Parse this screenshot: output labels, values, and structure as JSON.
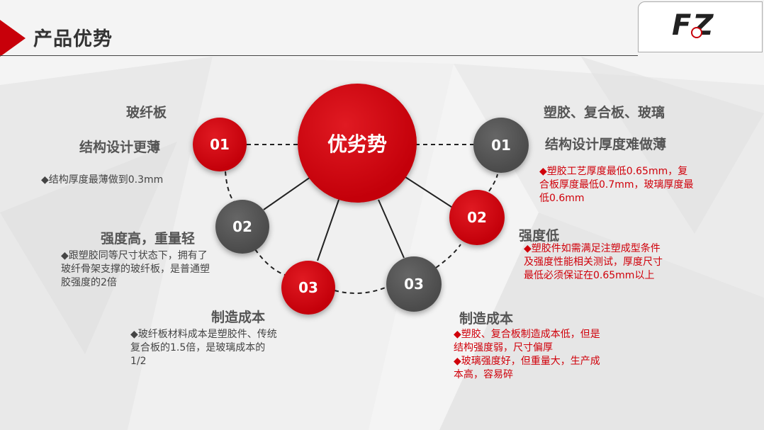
{
  "header": {
    "title": "产品优势",
    "logo_text": "FZ",
    "accent_color": "#c8000a"
  },
  "center": {
    "label": "优劣势"
  },
  "left": {
    "items": [
      {
        "number": "01",
        "headings": [
          "玻纤板",
          "结构设计更薄"
        ],
        "desc": "◆结构厚度最薄做到0.3mm"
      },
      {
        "number": "02",
        "heading": "强度高，重量轻",
        "desc": "◆跟塑胶同等尺寸状态下，拥有了玻纤骨架支撑的玻纤板，是普通塑胶强度的2倍"
      },
      {
        "number": "03",
        "heading": "制造成本",
        "desc": "◆玻纤板材料成本是塑胶件、传统复合板的1.5倍，是玻璃成本的1/2"
      }
    ]
  },
  "right": {
    "items": [
      {
        "number": "01",
        "headings": [
          "塑胶、复合板、玻璃",
          "结构设计厚度难做薄"
        ],
        "desc": "◆塑胶工艺厚度最低0.65mm，复合板厚度最低0.7mm，玻璃厚度最低0.6mm"
      },
      {
        "number": "02",
        "heading": "强度低",
        "desc": "◆塑胶件如需满足注塑成型条件及强度性能相关测试，厚度尺寸最低必须保证在0.65mm以上"
      },
      {
        "number": "03",
        "heading": "制造成本",
        "desc_lines": [
          "◆塑胶、复合板制造成本低，但是结构强度弱，尺寸偏厚",
          "◆玻璃强度好，但重量大，生产成本高，容易碎"
        ]
      }
    ]
  }
}
